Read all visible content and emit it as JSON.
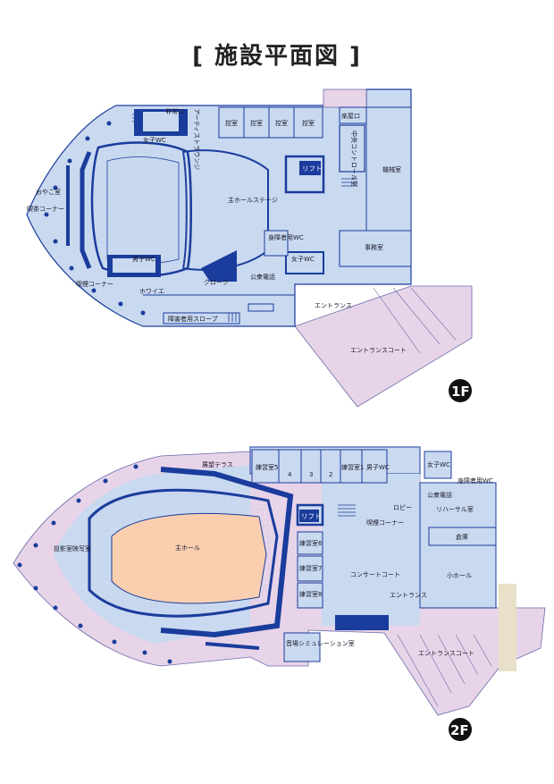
{
  "title": "[ 施設平面図 ]",
  "floor1": {
    "badge": "1F",
    "labels": {
      "emergency_exit": "非常口",
      "artist_lounge": "アーティストラウンジ",
      "green_room_1": "控室",
      "green_room_2": "控室",
      "green_room_3": "控室",
      "green_room_4": "控室",
      "gakuya_exit": "楽屋口",
      "central_control": "中央コントロール室",
      "machine_room": "機械室",
      "womens_wc_top": "女子WC",
      "lift": "リフト",
      "oyako_room": "おやこ室",
      "tea_corner": "喫茶コーナー",
      "main_hall_stage": "主ホールステージ",
      "accessible_wc": "身障者用WC",
      "office": "事務室",
      "mens_wc": "男子WC",
      "womens_wc": "女子WC",
      "smoking_corner": "喫煙コーナー",
      "foyer": "ホワイエ",
      "cloak": "クローク",
      "public_phone": "公衆電話",
      "entrance": "エントランス",
      "accessible_slope": "障害者用スロープ",
      "entrance_court": "エントランスコート"
    }
  },
  "floor2": {
    "badge": "2F",
    "labels": {
      "observation_terrace": "展望テラス",
      "practice_room_5": "練習室5",
      "practice_4": "4",
      "practice_3": "3",
      "practice_2": "2",
      "practice_room_1": "練習室1",
      "mens_wc": "男子WC",
      "womens_wc": "女子WC",
      "accessible_wc": "身障者用WC",
      "public_phone": "公衆電話",
      "lift": "リフト",
      "lobby": "ロビー",
      "smoking_corner": "喫煙コーナー",
      "rehearsal_room": "リハーサル室",
      "storage": "倉庫",
      "projection_room": "投影室映写室",
      "main_hall": "主ホール",
      "practice_room_6": "練習室6",
      "practice_room_7": "練習室7",
      "practice_room_8": "練習室8",
      "concert_court": "コンサートコート",
      "entrance": "エントランス",
      "small_hall": "小ホール",
      "sound_sim_room": "音場シミュレーション室",
      "entrance_court": "エントランスコート"
    }
  },
  "colors": {
    "wall": "#1a3c9c",
    "floor_blue": "#c9d9f0",
    "floor_pink": "#e8d4e8",
    "stage_orange": "#f9cfb0",
    "badge": "#111111"
  }
}
